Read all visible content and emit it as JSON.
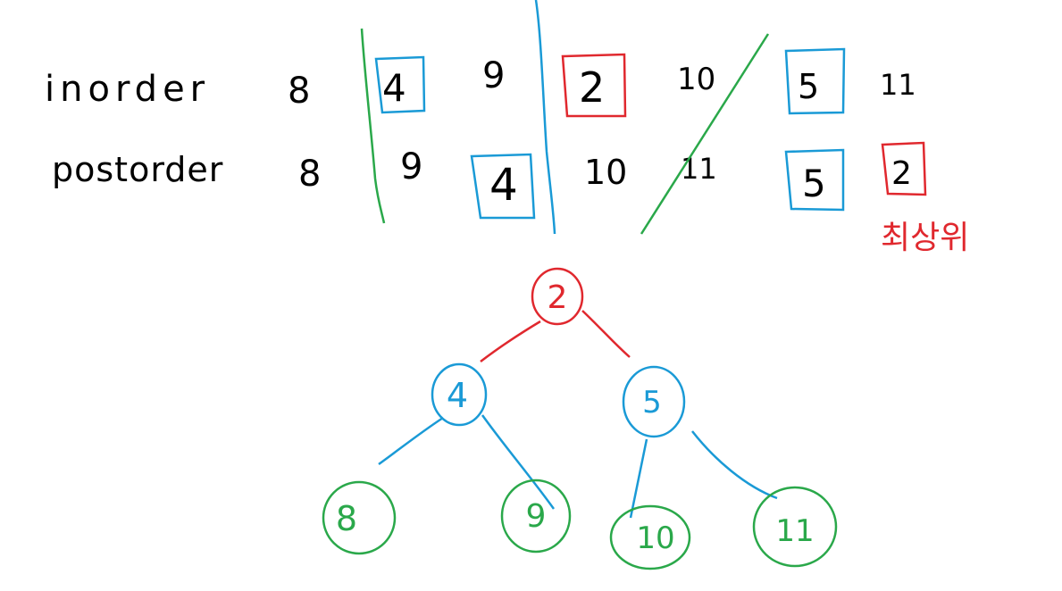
{
  "rows": [
    {
      "label": "inorder",
      "values": [
        "8",
        "4",
        "9",
        "2",
        "10",
        "5",
        "11"
      ]
    },
    {
      "label": "postorder",
      "values": [
        "8",
        "9",
        "4",
        "10",
        "11",
        "5",
        "2"
      ]
    }
  ],
  "root_note": "최상위",
  "tree": {
    "root": "2",
    "left": "4",
    "right": "5",
    "left_left": "8",
    "left_right": "9",
    "right_left": "10",
    "right_right": "11"
  },
  "colors": {
    "ink": "#000000",
    "root": "#e0282e",
    "subtree_root": "#1a9ad6",
    "leaf": "#2aa84a",
    "divider_blue": "#1a9ad6",
    "divider_green": "#2aa84a"
  }
}
